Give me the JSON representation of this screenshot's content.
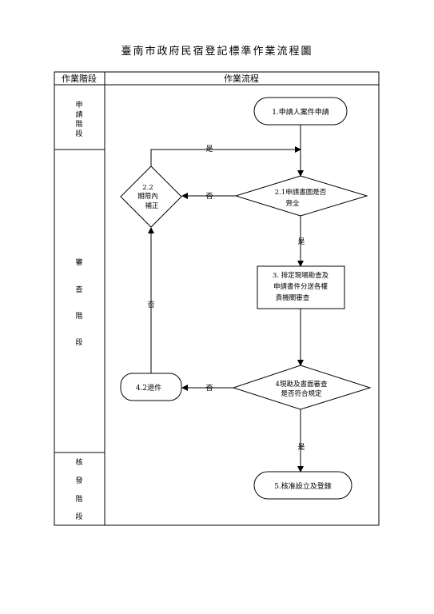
{
  "title": "臺南市政府民宿登記標準作業流程圖",
  "headers": {
    "stage": "作業階段",
    "flow": "作業流程"
  },
  "stages": {
    "apply": [
      "申",
      "請",
      "階",
      "段"
    ],
    "review": [
      "審",
      "查",
      "階",
      "段"
    ],
    "approve": [
      "核",
      "發",
      "階",
      "段"
    ]
  },
  "nodes": {
    "n1": [
      "1.申請人案件申請"
    ],
    "n21": [
      "2.1申請書圖是否",
      "齊全"
    ],
    "n22": [
      "2.2",
      "期限內",
      "補正"
    ],
    "n3": [
      "3. 排定現場勘查及",
      "申請書件分送各權",
      "責機關審查"
    ],
    "n4": [
      "4現勘及書面審查",
      "是否符合規定"
    ],
    "n42": [
      "4.2退件"
    ],
    "n5": [
      "5.核准設立及登錄"
    ]
  },
  "labels": {
    "yes": "是",
    "no": "否"
  }
}
